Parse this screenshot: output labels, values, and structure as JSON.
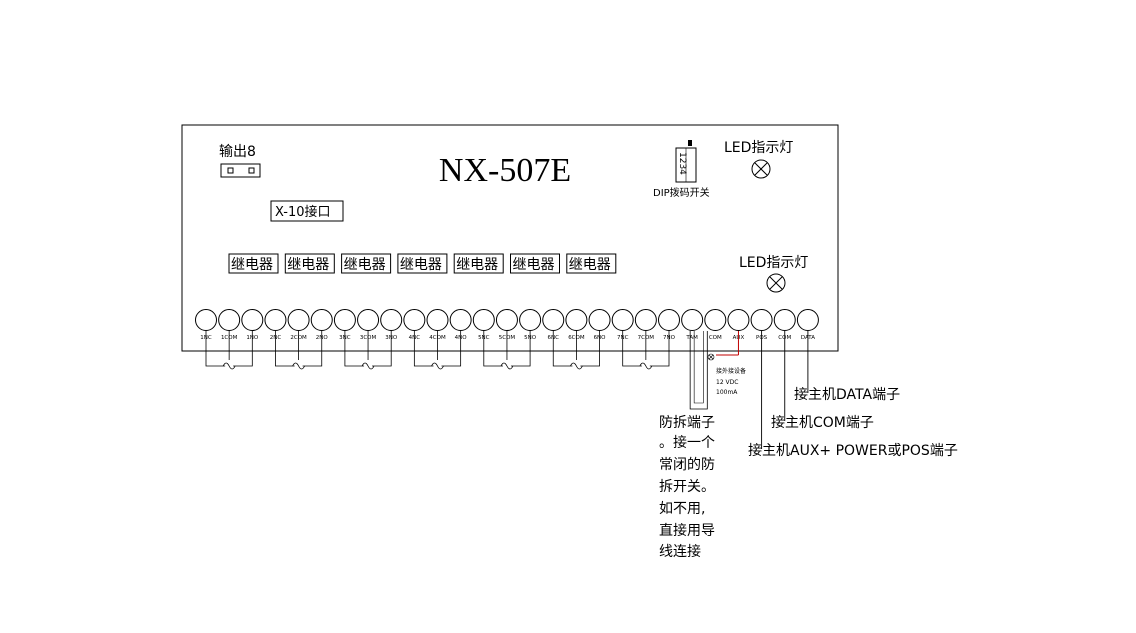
{
  "model": "NX-507E",
  "output8_label": "输出8",
  "x10_label": "X-10接口",
  "dip_label": "DIP拨码开关",
  "dip_numbers": "1234",
  "led_label_top": "LED指示灯",
  "led_label_mid": "LED指示灯",
  "relay_label": "继电器",
  "relay_count": 7,
  "terminals": [
    "1NC",
    "1COM",
    "1NO",
    "2NC",
    "2COM",
    "2NO",
    "3NC",
    "3COM",
    "3NO",
    "4NC",
    "4COM",
    "4NO",
    "5NC",
    "5COM",
    "5NO",
    "6NC",
    "6COM",
    "6NO",
    "7NC",
    "7COM",
    "7NO",
    "TAM",
    "COM",
    "AUX",
    "POS",
    "COM",
    "DATA"
  ],
  "ext_device_lines": [
    "接外接设备",
    "12 VDC",
    "100mA"
  ],
  "callouts": {
    "data": "接主机DATA端子",
    "com": "接主机COM端子",
    "aux": "接主机AUX+ POWER或POS端子"
  },
  "tamper_note": [
    "防拆端子",
    "。接一个",
    "常闭的防",
    "拆开关。",
    "如不用,",
    "直接用导",
    "线连接"
  ]
}
